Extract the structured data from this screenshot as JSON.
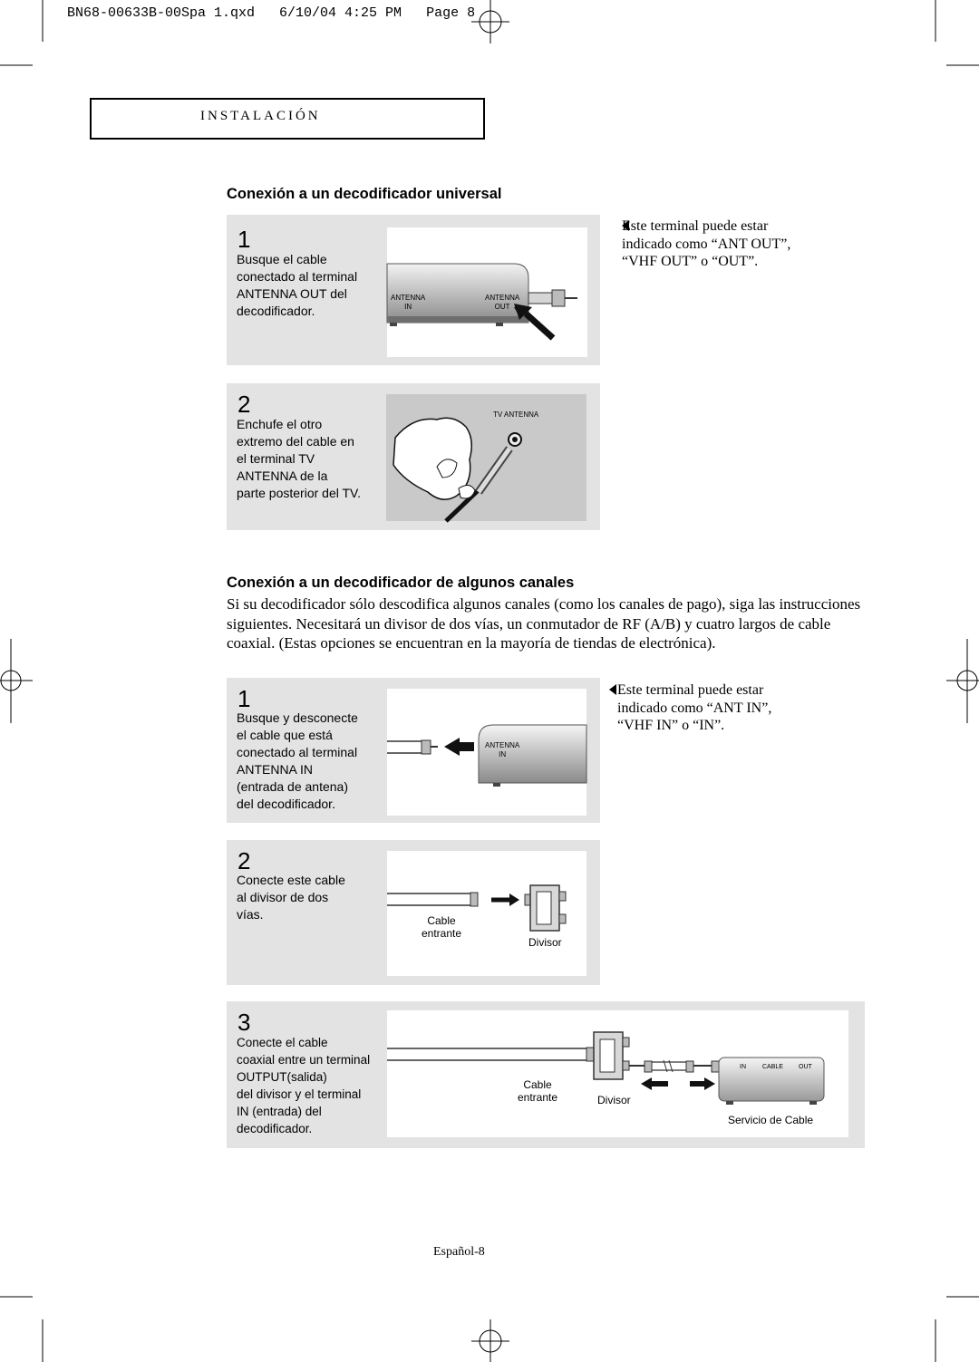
{
  "slug_line": "BN68-00633B-00Spa 1.qxd   6/10/04 4:25 PM   Page 8",
  "section": {
    "title": "INSTALACIÓN"
  },
  "universal": {
    "heading": "Conexión a un decodificador universal",
    "step1": {
      "number": "1",
      "text": "Busque el cable\nconectado al terminal\nANTENNA OUT del\ndecodificador.",
      "labels": {
        "antenna_in": "ANTENNA\nIN",
        "antenna_out": "ANTENNA\nOUT"
      }
    },
    "step1_note": "Este terminal puede estar\nindicado como “ANT OUT”,\n“VHF OUT” o “OUT”.",
    "step2": {
      "number": "2",
      "text": "Enchufe el otro\nextremo del cable en\nel terminal TV\nANTENNA de la\nparte posterior del TV.",
      "labels": {
        "tv_antenna": "TV ANTENNA"
      }
    }
  },
  "some_channels": {
    "heading": "Conexión a un decodificador de algunos canales",
    "intro": "Si su decodificador sólo descodifica algunos canales (como los canales de pago), siga las instrucciones siguientes. Necesitará un divisor de dos vías, un conmutador de RF (A/B) y cuatro largos de cable coaxial. (Estas opciones se encuentran en la mayoría de tiendas de electrónica).",
    "step1": {
      "number": "1",
      "text": "Busque y desconecte\nel cable que está\nconectado al terminal\nANTENNA IN\n(entrada de antena)\ndel decodificador.",
      "labels": {
        "antenna_in": "ANTENNA\nIN"
      }
    },
    "step1_note": "Este terminal puede estar\nindicado como “ANT IN”,\n“VHF IN” o “IN”.",
    "step2": {
      "number": "2",
      "text": "Conecte este cable\nal divisor de dos\nvías.",
      "labels": {
        "cable": "Cable\nentrante",
        "splitter": "Divisor"
      }
    },
    "step3": {
      "number": "3",
      "text": "Conecte el cable\ncoaxial entre un terminal\nOUTPUT(salida)\ndel divisor y el terminal\nIN (entrada) del\ndecodificador.",
      "labels": {
        "cable": "Cable\nentrante",
        "splitter": "Divisor",
        "service": "Servicio de Cable",
        "in": "IN",
        "cable_port": "CABLE",
        "out": "OUT"
      }
    }
  },
  "footer": {
    "page": "Español-8"
  }
}
